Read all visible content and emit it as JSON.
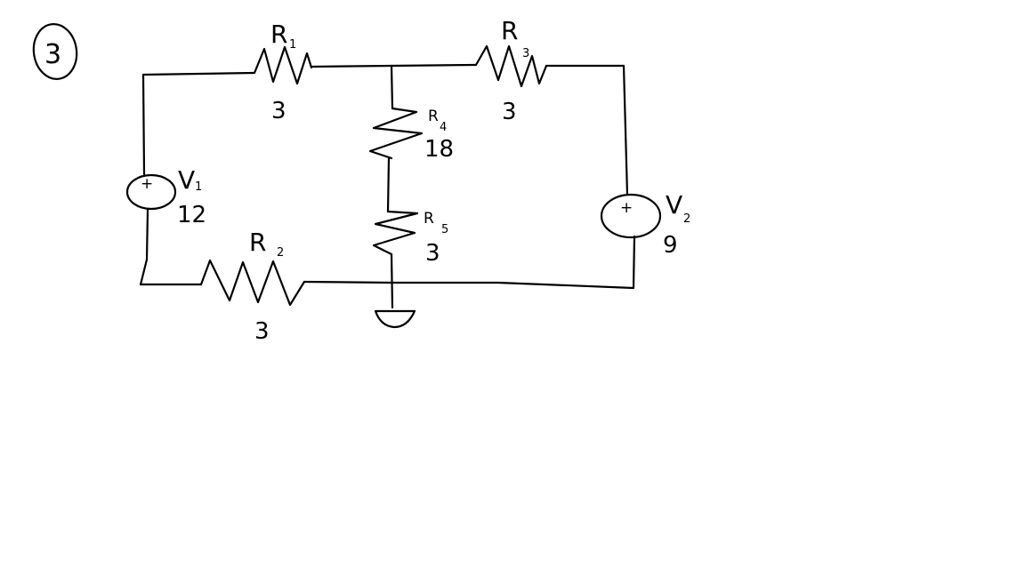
{
  "problem": {
    "number": "3"
  },
  "components": {
    "R1": {
      "name": "R",
      "sub": "1",
      "value": "3"
    },
    "R2": {
      "name": "R",
      "sub": "2",
      "value": "3"
    },
    "R3": {
      "name": "R",
      "sub": "3",
      "value": "3"
    },
    "R4": {
      "name": "R",
      "sub": "4",
      "value": "18"
    },
    "R5": {
      "name": "R",
      "sub": "5",
      "value": "3"
    },
    "V1": {
      "name": "V",
      "sub": "1",
      "value": "12",
      "polarity": "+"
    },
    "V2": {
      "name": "V",
      "sub": "2",
      "value": "9",
      "polarity": "+"
    }
  }
}
